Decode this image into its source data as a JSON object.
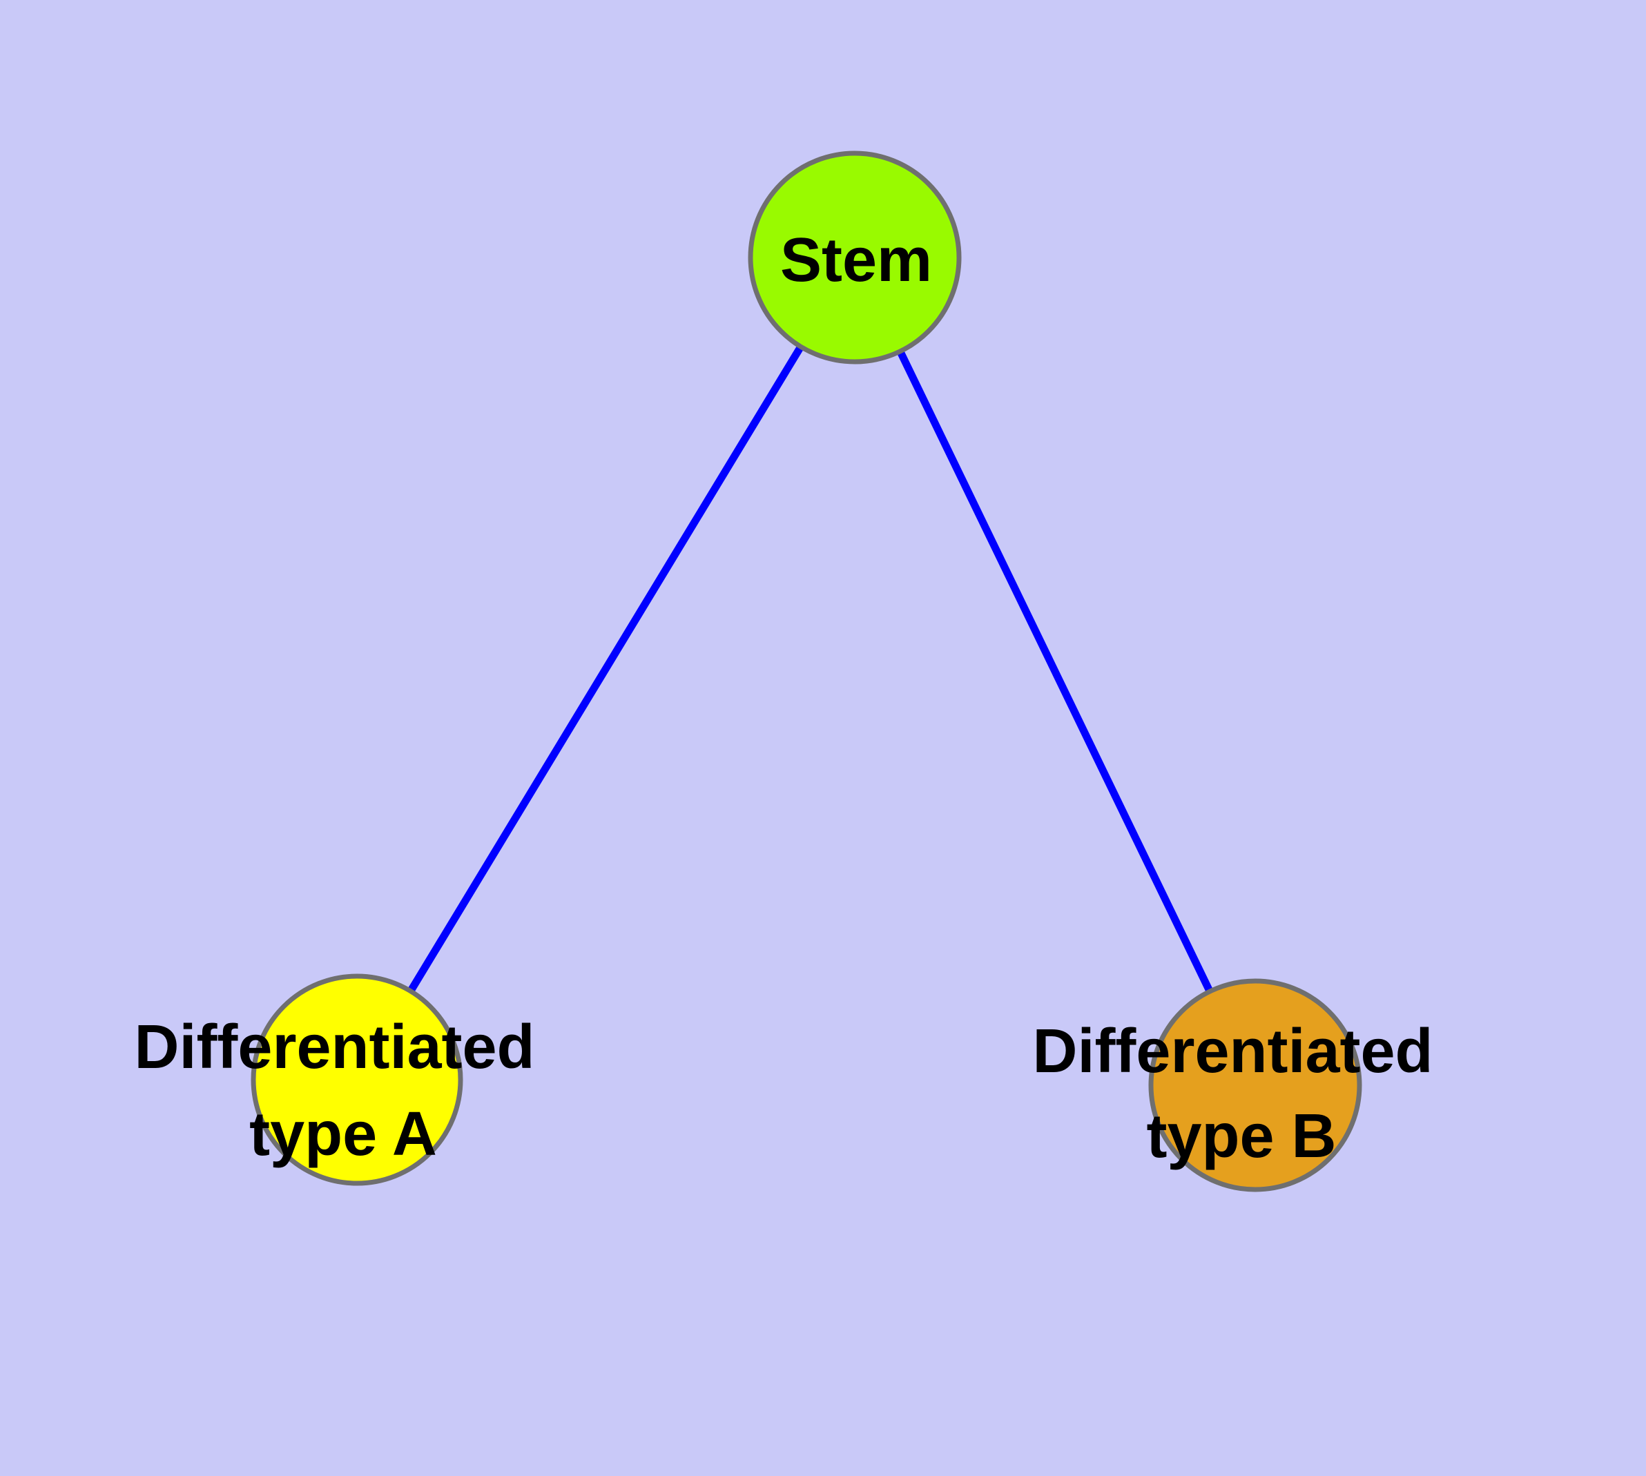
{
  "diagram": {
    "background_color": "#C9C9F8",
    "edge_color": "#0000FF",
    "node_border_color": "#6F6F6F",
    "label_color": "#000000",
    "nodes": [
      {
        "id": "stem",
        "label": "Stem",
        "label_lines": [
          "Stem"
        ],
        "color": "#99FA00"
      },
      {
        "id": "differentiated-type-a",
        "label": "Differentiated type A",
        "label_lines": [
          "Differentiated",
          "type A"
        ],
        "color": "#FFFF00"
      },
      {
        "id": "differentiated-type-b",
        "label": "Differentiated type B",
        "label_lines": [
          "Differentiated",
          "type B"
        ],
        "color": "#E5A01E"
      }
    ],
    "edges": [
      {
        "from": "Stem",
        "to": "Differentiated type A"
      },
      {
        "from": "Stem",
        "to": "Differentiated type B"
      }
    ]
  }
}
